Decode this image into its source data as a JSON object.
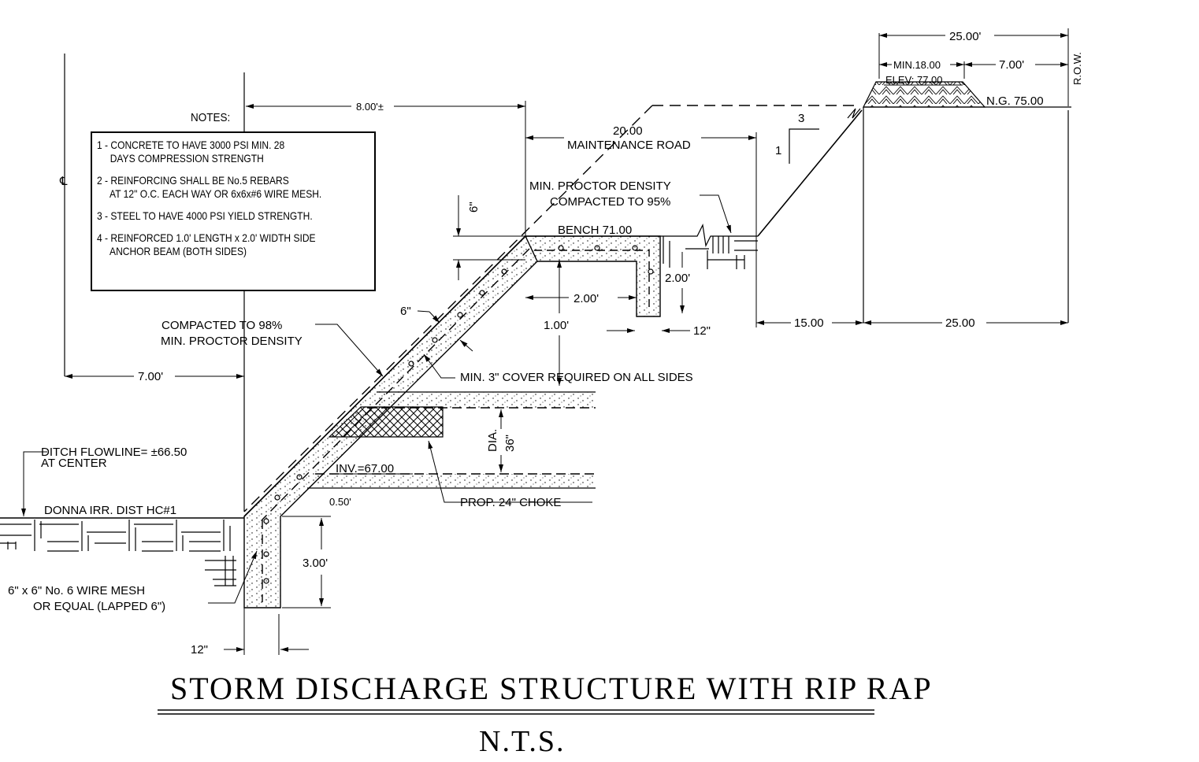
{
  "notes": {
    "title": "NOTES:",
    "items": [
      "1 - CONCRETE TO HAVE 3000 PSI MIN. 28\n     DAYS COMPRESSION STRENGTH",
      "2 - REINFORCING SHALL BE No.5 REBARS\n     AT 12\" O.C. EACH WAY OR 6x6x#6 WIRE MESH.",
      "3 - STEEL TO HAVE 4000 PSI YIELD STRENGTH.",
      "4 - REINFORCED 1.0' LENGTH x 2.0' WIDTH SIDE\n     ANCHOR BEAM (BOTH SIDES)"
    ]
  },
  "labels": {
    "centerline": "℄",
    "dim_25_top": "25.00'",
    "dim_min18": "MIN.18.00",
    "dim_7_top": "7.00'",
    "row": "R.O.W.",
    "elev": "ELEV: 77.00",
    "ng": "N.G. 75.00",
    "dim_8": "8.00'±",
    "dim_20": "20.00",
    "maint_road": "MAINTENANCE ROAD",
    "slope_run": "3",
    "slope_rise": "1",
    "proctor_95_a": "MIN. PROCTOR DENSITY",
    "proctor_95_b": "COMPACTED TO 95%",
    "six_in_v": "6\"",
    "bench": "BENCH 71.00",
    "dim_2_v": "2.00'",
    "dim_2_h": "2.00'",
    "dim_1": "1.00'",
    "dim_12_right": "12\"",
    "dim_15": "15.00",
    "dim_25_bot": "25.00",
    "six_in_slope": "6\"",
    "compacted_98_a": "COMPACTED TO 98%",
    "compacted_98_b": "MIN. PROCTOR DENSITY",
    "dim_7_left": "7.00'",
    "min_cover": "MIN. 3\" COVER REQUIRED ON ALL SIDES",
    "dia": "DIA.",
    "dia_val": "36\"",
    "ditch_a": "DITCH FLOWLINE= ±66.50",
    "ditch_b": "AT CENTER",
    "inv": "INV.=67.00",
    "donna": "DONNA IRR. DIST HC#1",
    "dim_050": "0.50'",
    "choke": "PROP. 24\" CHOKE",
    "dim_3": "3.00'",
    "wire_a": "6\" x 6\" No. 6 WIRE MESH",
    "wire_b": "OR EQUAL (LAPPED 6\")",
    "dim_12_bot": "12\""
  },
  "title": "STORM DISCHARGE STRUCTURE WITH RIP RAP",
  "subtitle": "N.T.S."
}
